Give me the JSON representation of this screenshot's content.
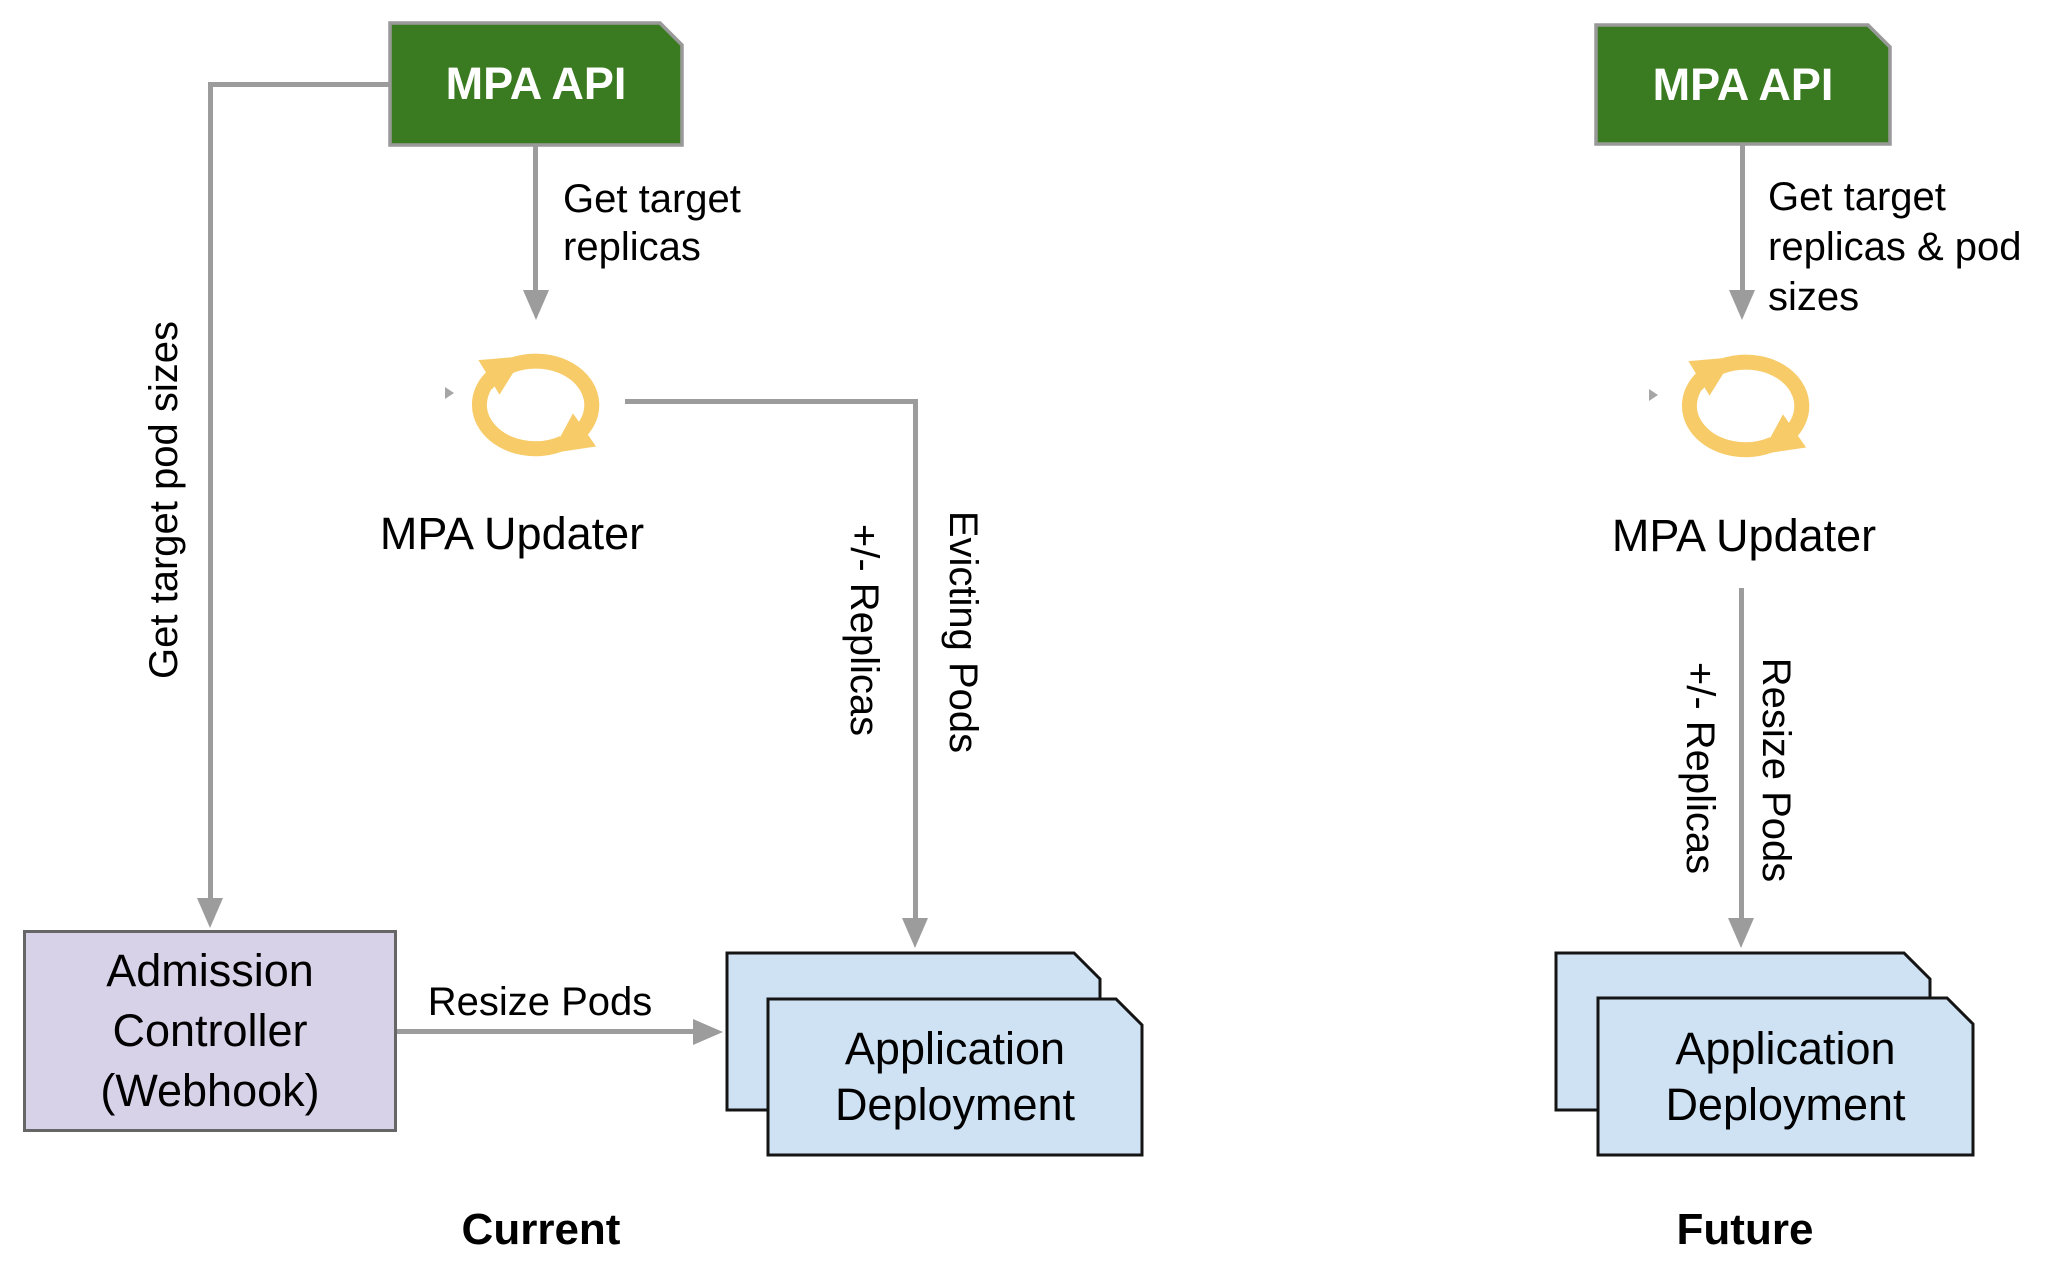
{
  "current": {
    "caption": "Current",
    "mpa_api_label": "MPA API",
    "mpa_updater_label": "MPA Updater",
    "admission_controller_label": "Admission\nController\n(Webhook)",
    "application_deployment_label": "Application\nDeployment",
    "edges": {
      "get_target_replicas": "Get target\nreplicas",
      "get_target_pod_sizes": "Get target pod sizes",
      "plus_minus_replicas": "+/- Replicas",
      "evicting_pods": "Evicting Pods",
      "resize_pods": "Resize Pods"
    }
  },
  "future": {
    "caption": "Future",
    "mpa_api_label": "MPA API",
    "mpa_updater_label": "MPA Updater",
    "application_deployment_label": "Application\nDeployment",
    "edges": {
      "get_target_replicas_pod_sizes": "Get target\nreplicas & pod\nsizes",
      "plus_minus_replicas": "+/- Replicas",
      "resize_pods": "Resize Pods"
    }
  },
  "colors": {
    "api_box_fill": "#3a7a20",
    "api_box_border": "#999999",
    "admission_fill": "#d8d2e8",
    "admission_border": "#666666",
    "deployment_fill": "#cfe2f3",
    "deployment_border": "#141414",
    "connector_gray": "#9c9c9c",
    "updater_icon_yellow": "#f7cb67",
    "text_black": "#000000",
    "api_text_white": "#ffffff"
  }
}
